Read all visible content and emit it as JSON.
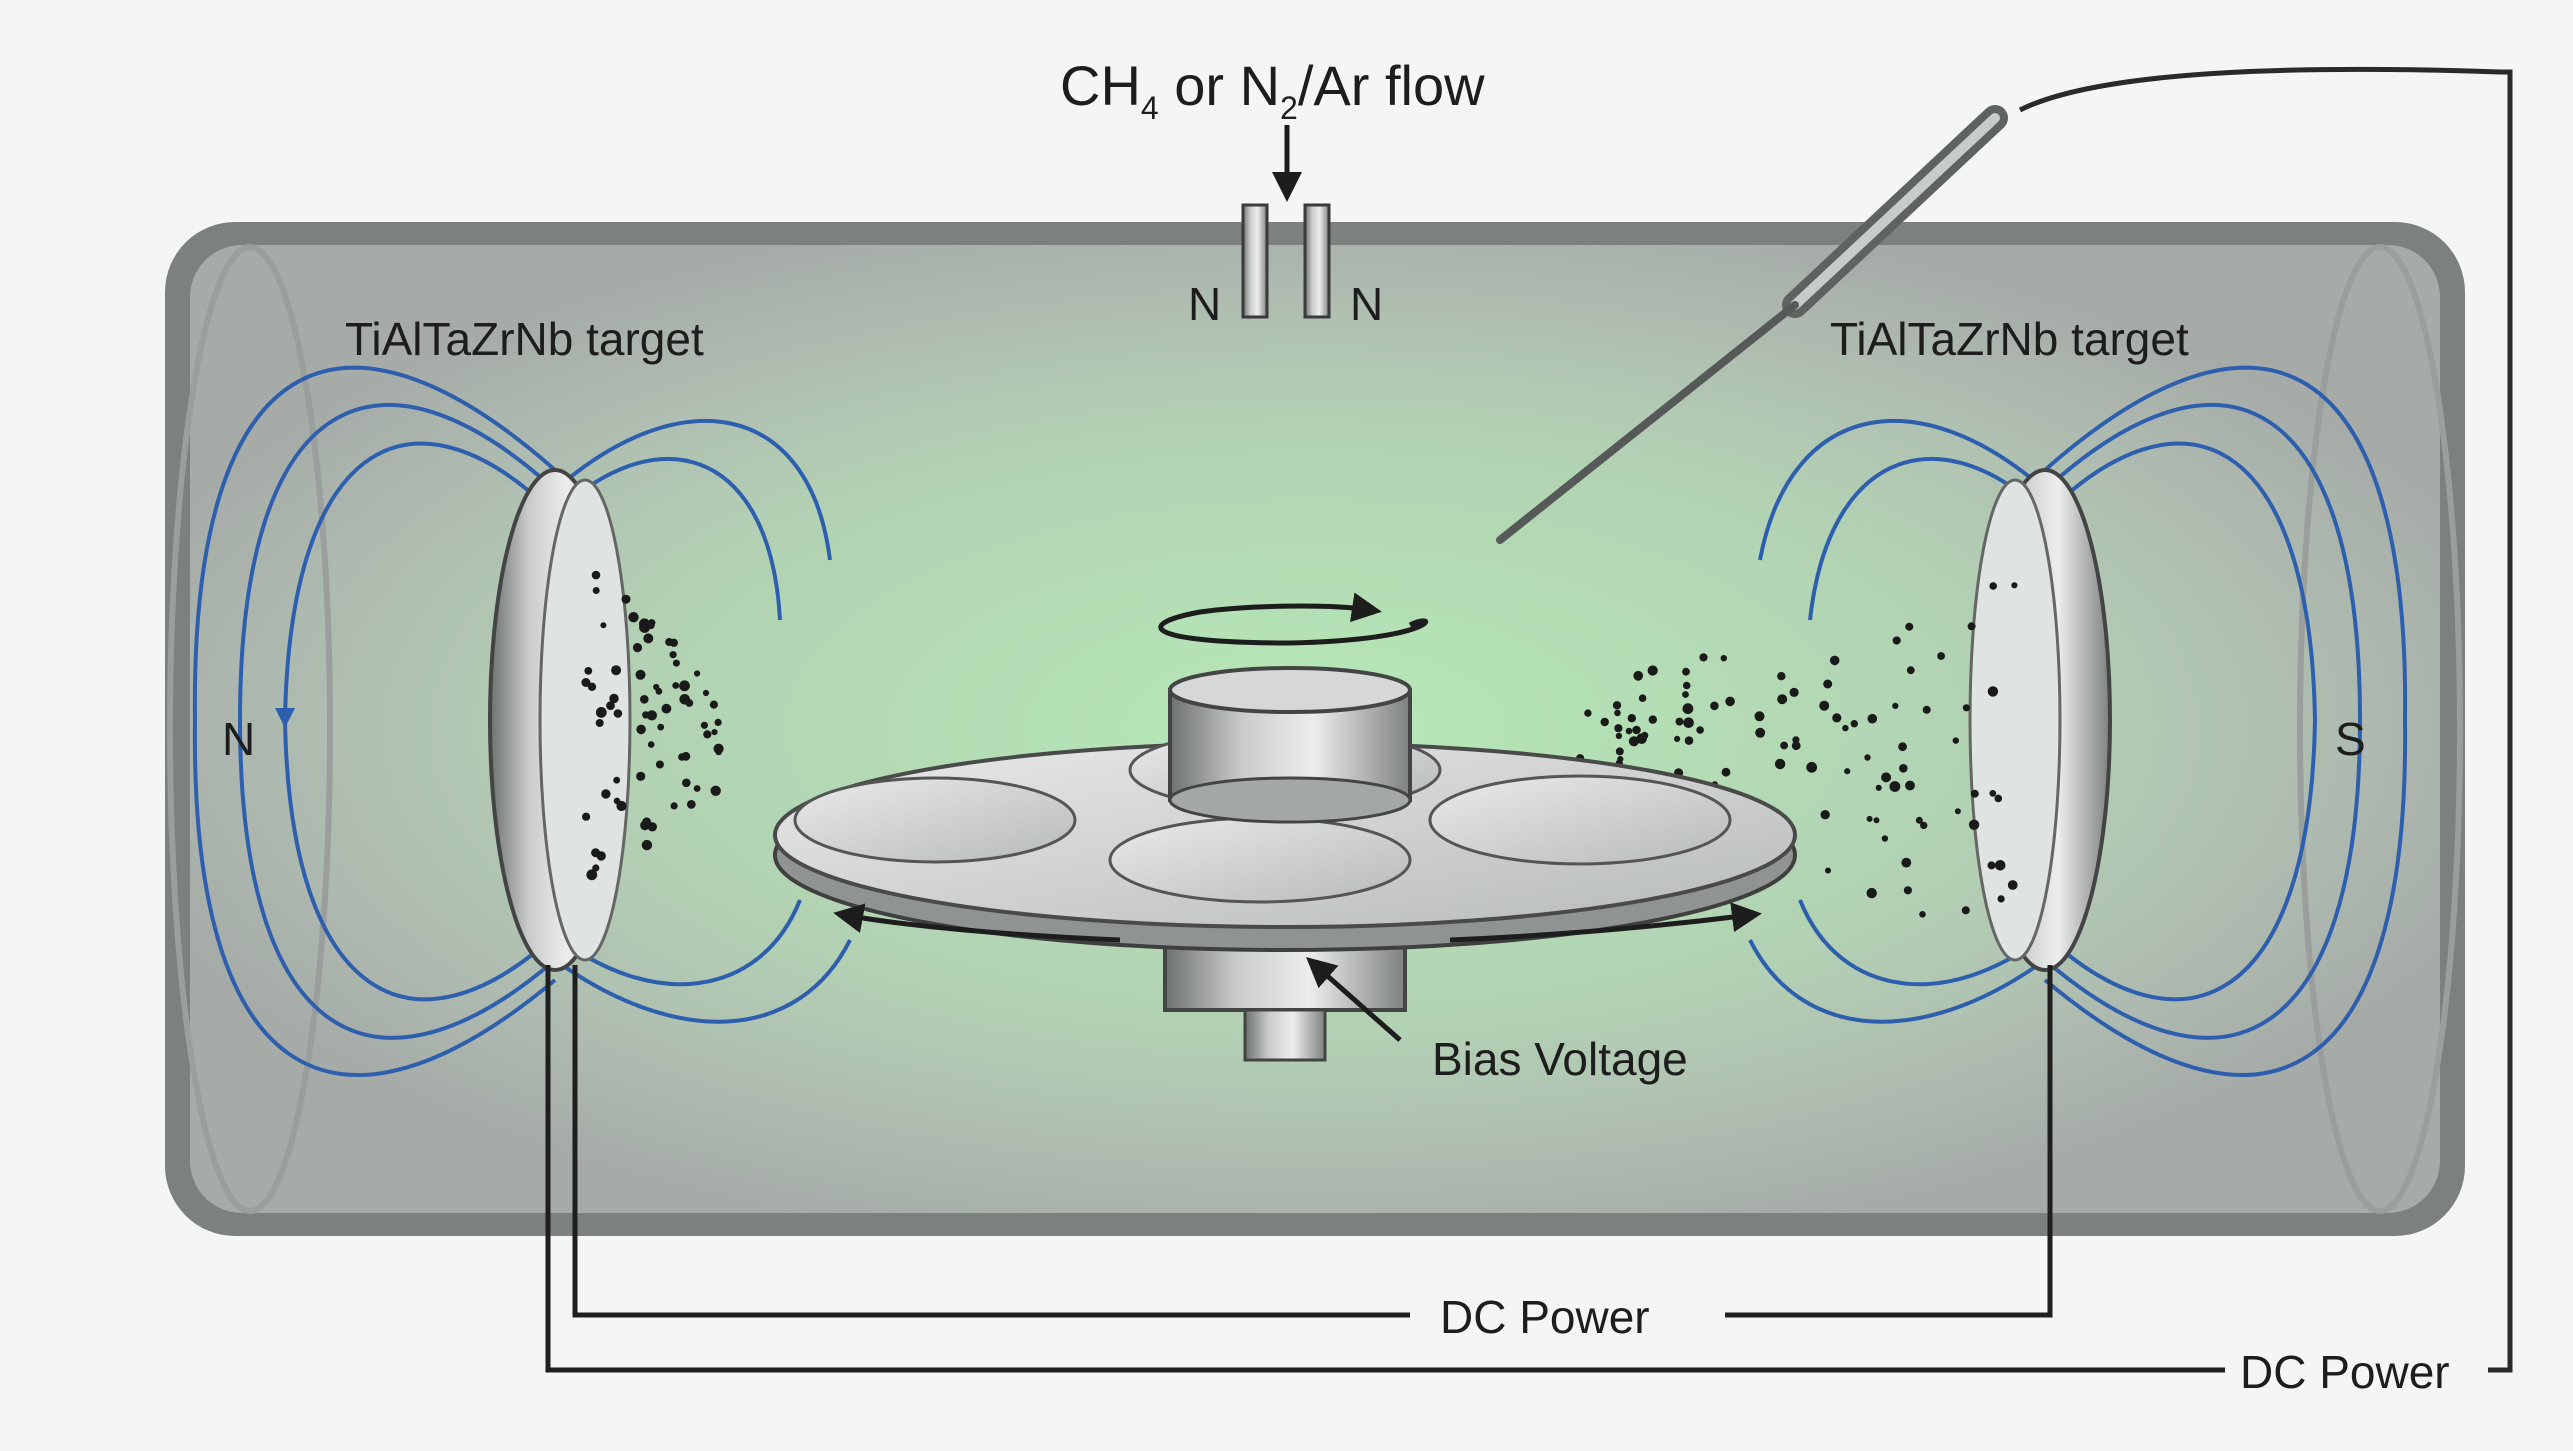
{
  "gas_flow": {
    "prefix": "CH",
    "sub1": "4",
    "middle": " or N",
    "sub2": "2",
    "suffix": "/Ar flow"
  },
  "nozzle": {
    "left_label": "N",
    "right_label": "N"
  },
  "targets": {
    "left_label": "TiAlTaZrNb target",
    "right_label": "TiAlTaZrNb target"
  },
  "magnet_poles": {
    "left": "N",
    "right": "S"
  },
  "substrate": {
    "bias_label": "Bias Voltage"
  },
  "power": {
    "inner_label": "DC Power",
    "outer_label": "DC Power"
  },
  "colors": {
    "field_lines": "#2d5fae",
    "plasma_glow": "#a8e6a8",
    "chamber_metal": "#8c8f8e",
    "wires": "#1f1f1f"
  }
}
